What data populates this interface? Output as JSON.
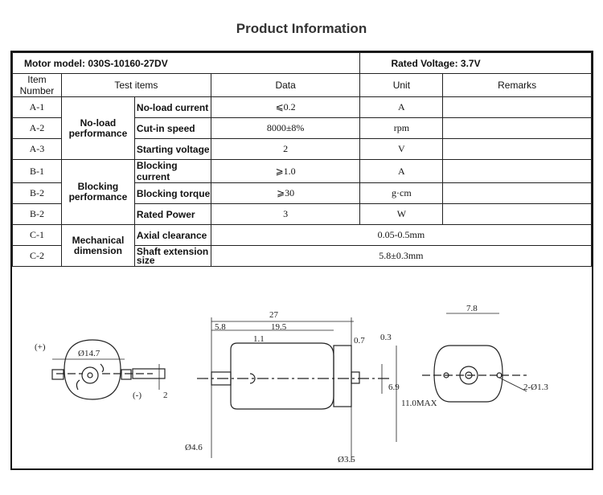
{
  "page_title": "Product Information",
  "header": {
    "motor_model": "Motor model: 030S-10160-27DV",
    "rated_voltage": "Rated Voltage: 3.7V"
  },
  "columns": {
    "item_number": "Item Number",
    "test_items": "Test items",
    "data": "Data",
    "unit": "Unit",
    "remarks": "Remarks"
  },
  "groups": {
    "no_load": "No-load performance",
    "blocking": "Blocking performance",
    "mechanical": "Mechanical dimension"
  },
  "rows": [
    {
      "item": "A-1",
      "test": "No-load current",
      "data": "⩽0.2",
      "unit": "A"
    },
    {
      "item": "A-2",
      "test": "Cut-in speed",
      "data": "8000±8%",
      "unit": "rpm"
    },
    {
      "item": "A-3",
      "test": "Starting voltage",
      "data": "2",
      "unit": "V"
    },
    {
      "item": "B-1",
      "test": "Blocking current",
      "data": "⩾1.0",
      "unit": "A"
    },
    {
      "item": "B-2",
      "test": "Blocking torque",
      "data": "⩾30",
      "unit": "g·cm"
    },
    {
      "item": "B-2",
      "test": "Rated Power",
      "data": "3",
      "unit": "W"
    },
    {
      "item": "C-1",
      "test": "Axial clearance",
      "data": "0.05-0.5mm",
      "unit": ""
    },
    {
      "item": "C-2",
      "test": "Shaft extension size",
      "data": "5.8±0.3mm",
      "unit": ""
    }
  ],
  "drawing_labels": {
    "d_14_7": "Ø14.7",
    "plus": "(+)",
    "minus": "(-)",
    "two": "2",
    "d_27": "27",
    "d_5_8": "5.8",
    "d_19_5": "19.5",
    "d_1_1": "1.1",
    "d_0_7": "0.7",
    "d_0_3": "0.3",
    "d_6_9": "6.9",
    "d_11_0": "11.0MAX",
    "d_4_6": "Ø4.6",
    "d_3_5": "Ø3.5",
    "d_7_8": "7.8",
    "d_2_1_3": "2-Ø1.3"
  }
}
